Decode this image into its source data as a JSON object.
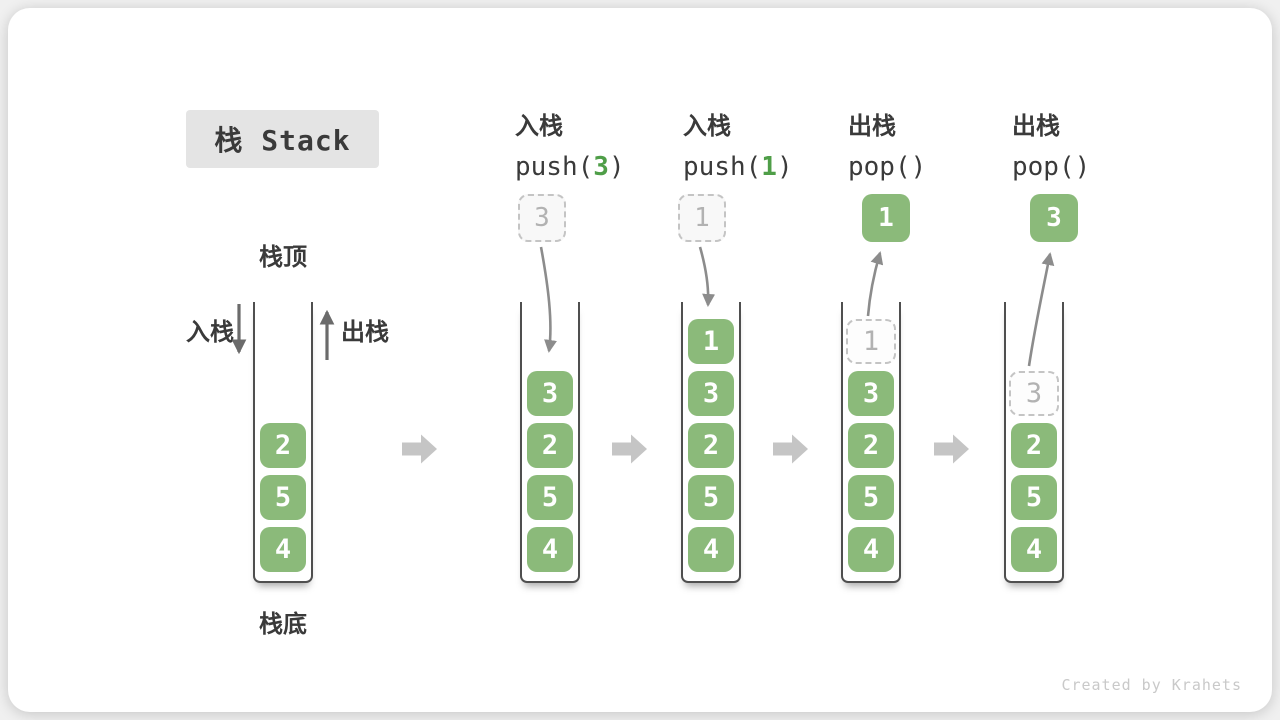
{
  "title": "栈 Stack",
  "labels": {
    "stack_top": "栈顶",
    "stack_bottom": "栈底",
    "push_side": "入栈",
    "pop_side": "出栈"
  },
  "watermark": "Created by Krahets",
  "colors": {
    "box_green": "#8bba7a",
    "code_green": "#4f9e48",
    "title_bg": "#e4e4e4",
    "text_dark": "#3a3a3a",
    "wall": "#4f4f4f",
    "dash_border": "#c4c4c4",
    "ghost_text": "#b2b2b2",
    "block_arrow": "#c5c5c5",
    "curve_arrow": "#8c8c8c",
    "straight_arrow": "#6b6b6b",
    "watermark": "#c9c9c9"
  },
  "columns": [
    {
      "name": "initial-stack",
      "items": [
        "2",
        "5",
        "4"
      ]
    },
    {
      "name": "after-push-3",
      "op_label": "入栈",
      "op_code": "push(",
      "op_arg": "3",
      "op_close": ")",
      "float_value": "3",
      "float_style": "dashed",
      "items": [
        "3",
        "2",
        "5",
        "4"
      ]
    },
    {
      "name": "after-push-1",
      "op_label": "入栈",
      "op_code": "push(",
      "op_arg": "1",
      "op_close": ")",
      "float_value": "1",
      "float_style": "dashed",
      "items": [
        "1",
        "3",
        "2",
        "5",
        "4"
      ]
    },
    {
      "name": "after-pop-1",
      "op_label": "出栈",
      "op_code": "pop(",
      "op_arg": "",
      "op_close": ")",
      "float_value": "1",
      "float_style": "solid",
      "ghost": "1",
      "items": [
        "3",
        "2",
        "5",
        "4"
      ]
    },
    {
      "name": "after-pop-3",
      "op_label": "出栈",
      "op_code": "pop(",
      "op_arg": "",
      "op_close": ")",
      "float_value": "3",
      "float_style": "solid",
      "ghost": "3",
      "items": [
        "2",
        "5",
        "4"
      ]
    }
  ]
}
